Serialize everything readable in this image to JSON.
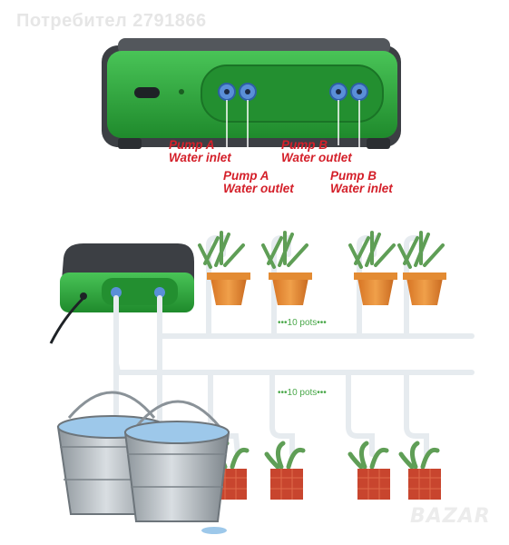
{
  "watermark": "Потребител 2791866",
  "labels": {
    "pump_a_inlet": [
      "Pump A",
      "Water inlet"
    ],
    "pump_a_outlet": [
      "Pump A",
      "Water outlet"
    ],
    "pump_b_outlet": [
      "Pump B",
      "Water outlet"
    ],
    "pump_b_inlet": [
      "Pump B",
      "Water inlet"
    ]
  },
  "pots_labels": [
    "•••10 pots•••",
    "•••10 pots•••"
  ],
  "logo": "BAZAR",
  "colors": {
    "device_green": "#2faa3c",
    "device_dark": "#3c3f44",
    "connector_blue": "#5a8fd8",
    "label_red": "#d4202a",
    "tube": "#e9eef2",
    "pot_orange": "#e8872e",
    "pot_red": "#c8452e",
    "plant_green": "#5f9e56",
    "water": "#9dc8ea"
  }
}
